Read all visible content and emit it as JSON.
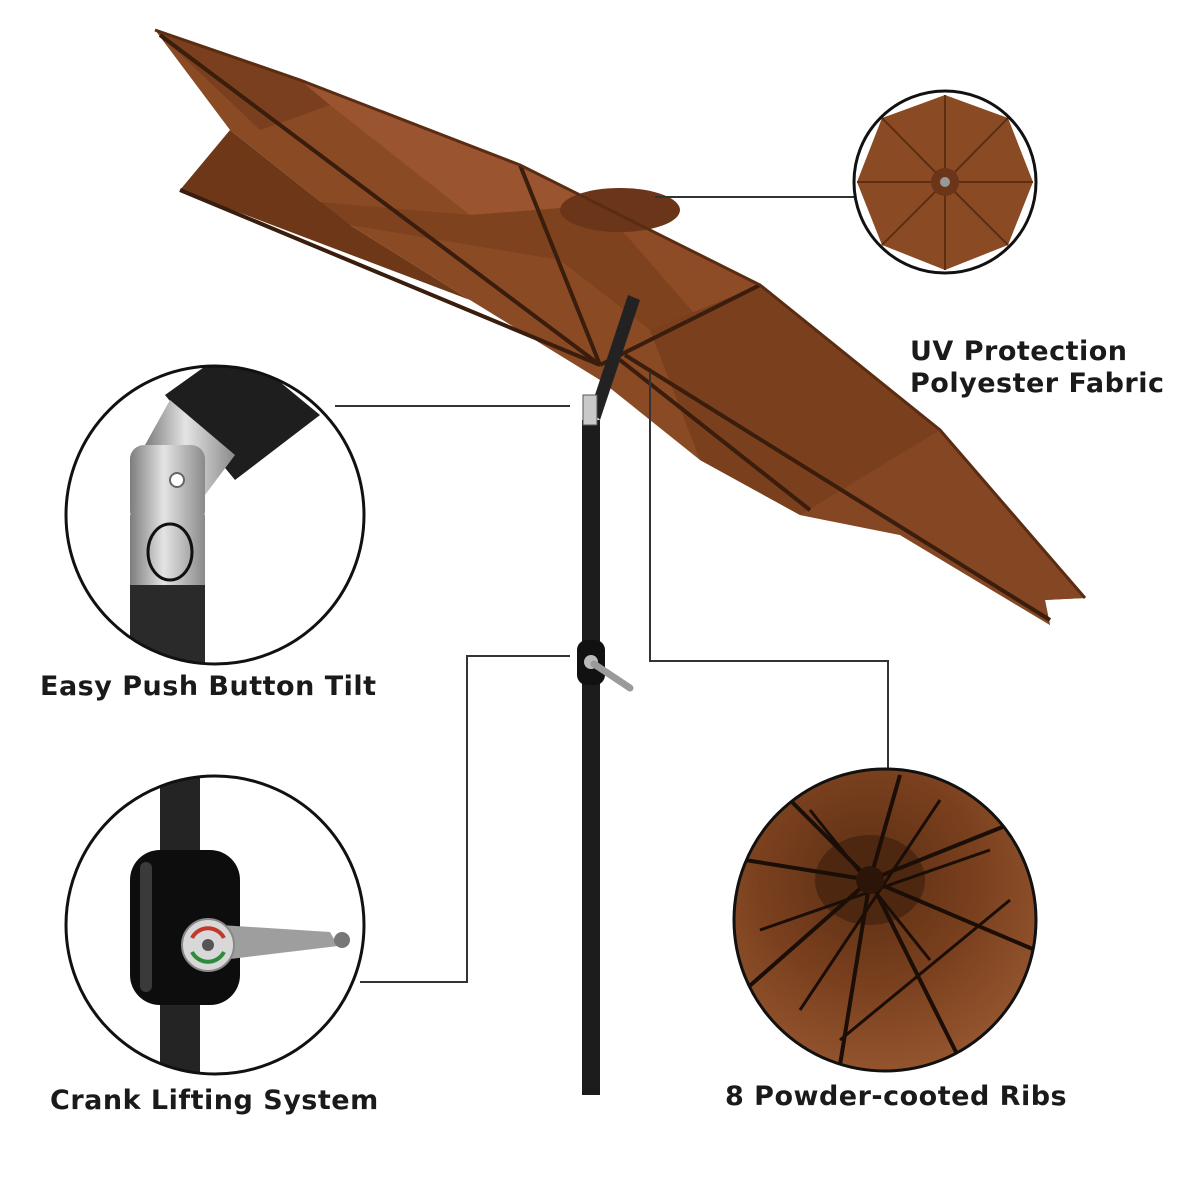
{
  "features": {
    "uv_fabric": {
      "line1": "UV Protection",
      "line2": "Polyester Fabric"
    },
    "push_tilt": {
      "label": "Easy Push Button Tilt"
    },
    "crank": {
      "label": "Crank Lifting System"
    },
    "ribs": {
      "label": "8 Powder-cooted Ribs"
    }
  },
  "colors": {
    "canopy": "#8a4a24",
    "canopy_dark": "#6a3518",
    "pole": "#1c1c1c",
    "leader_line": "#333333",
    "circle_border": "#111111",
    "text": "#1a1a1a"
  },
  "icons": [
    "umbrella-top-view",
    "tilt-joint",
    "crank-handle",
    "rib-underside"
  ]
}
